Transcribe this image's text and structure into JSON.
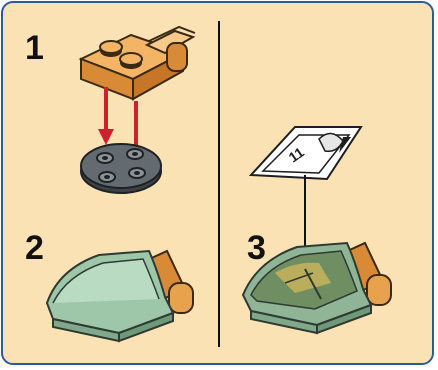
{
  "steps": [
    {
      "number": "1"
    },
    {
      "number": "2"
    },
    {
      "number": "3"
    }
  ],
  "sticker": {
    "label": "11"
  },
  "colors": {
    "background": "#fbe2b5",
    "border": "#2d5a9c",
    "plate": "#e8a24e",
    "turntable": "#555c61",
    "slope": "#9ec7a9",
    "arrow": "#cf202e"
  },
  "icons": [
    "down-arrow-icon",
    "down-arrow-icon"
  ]
}
